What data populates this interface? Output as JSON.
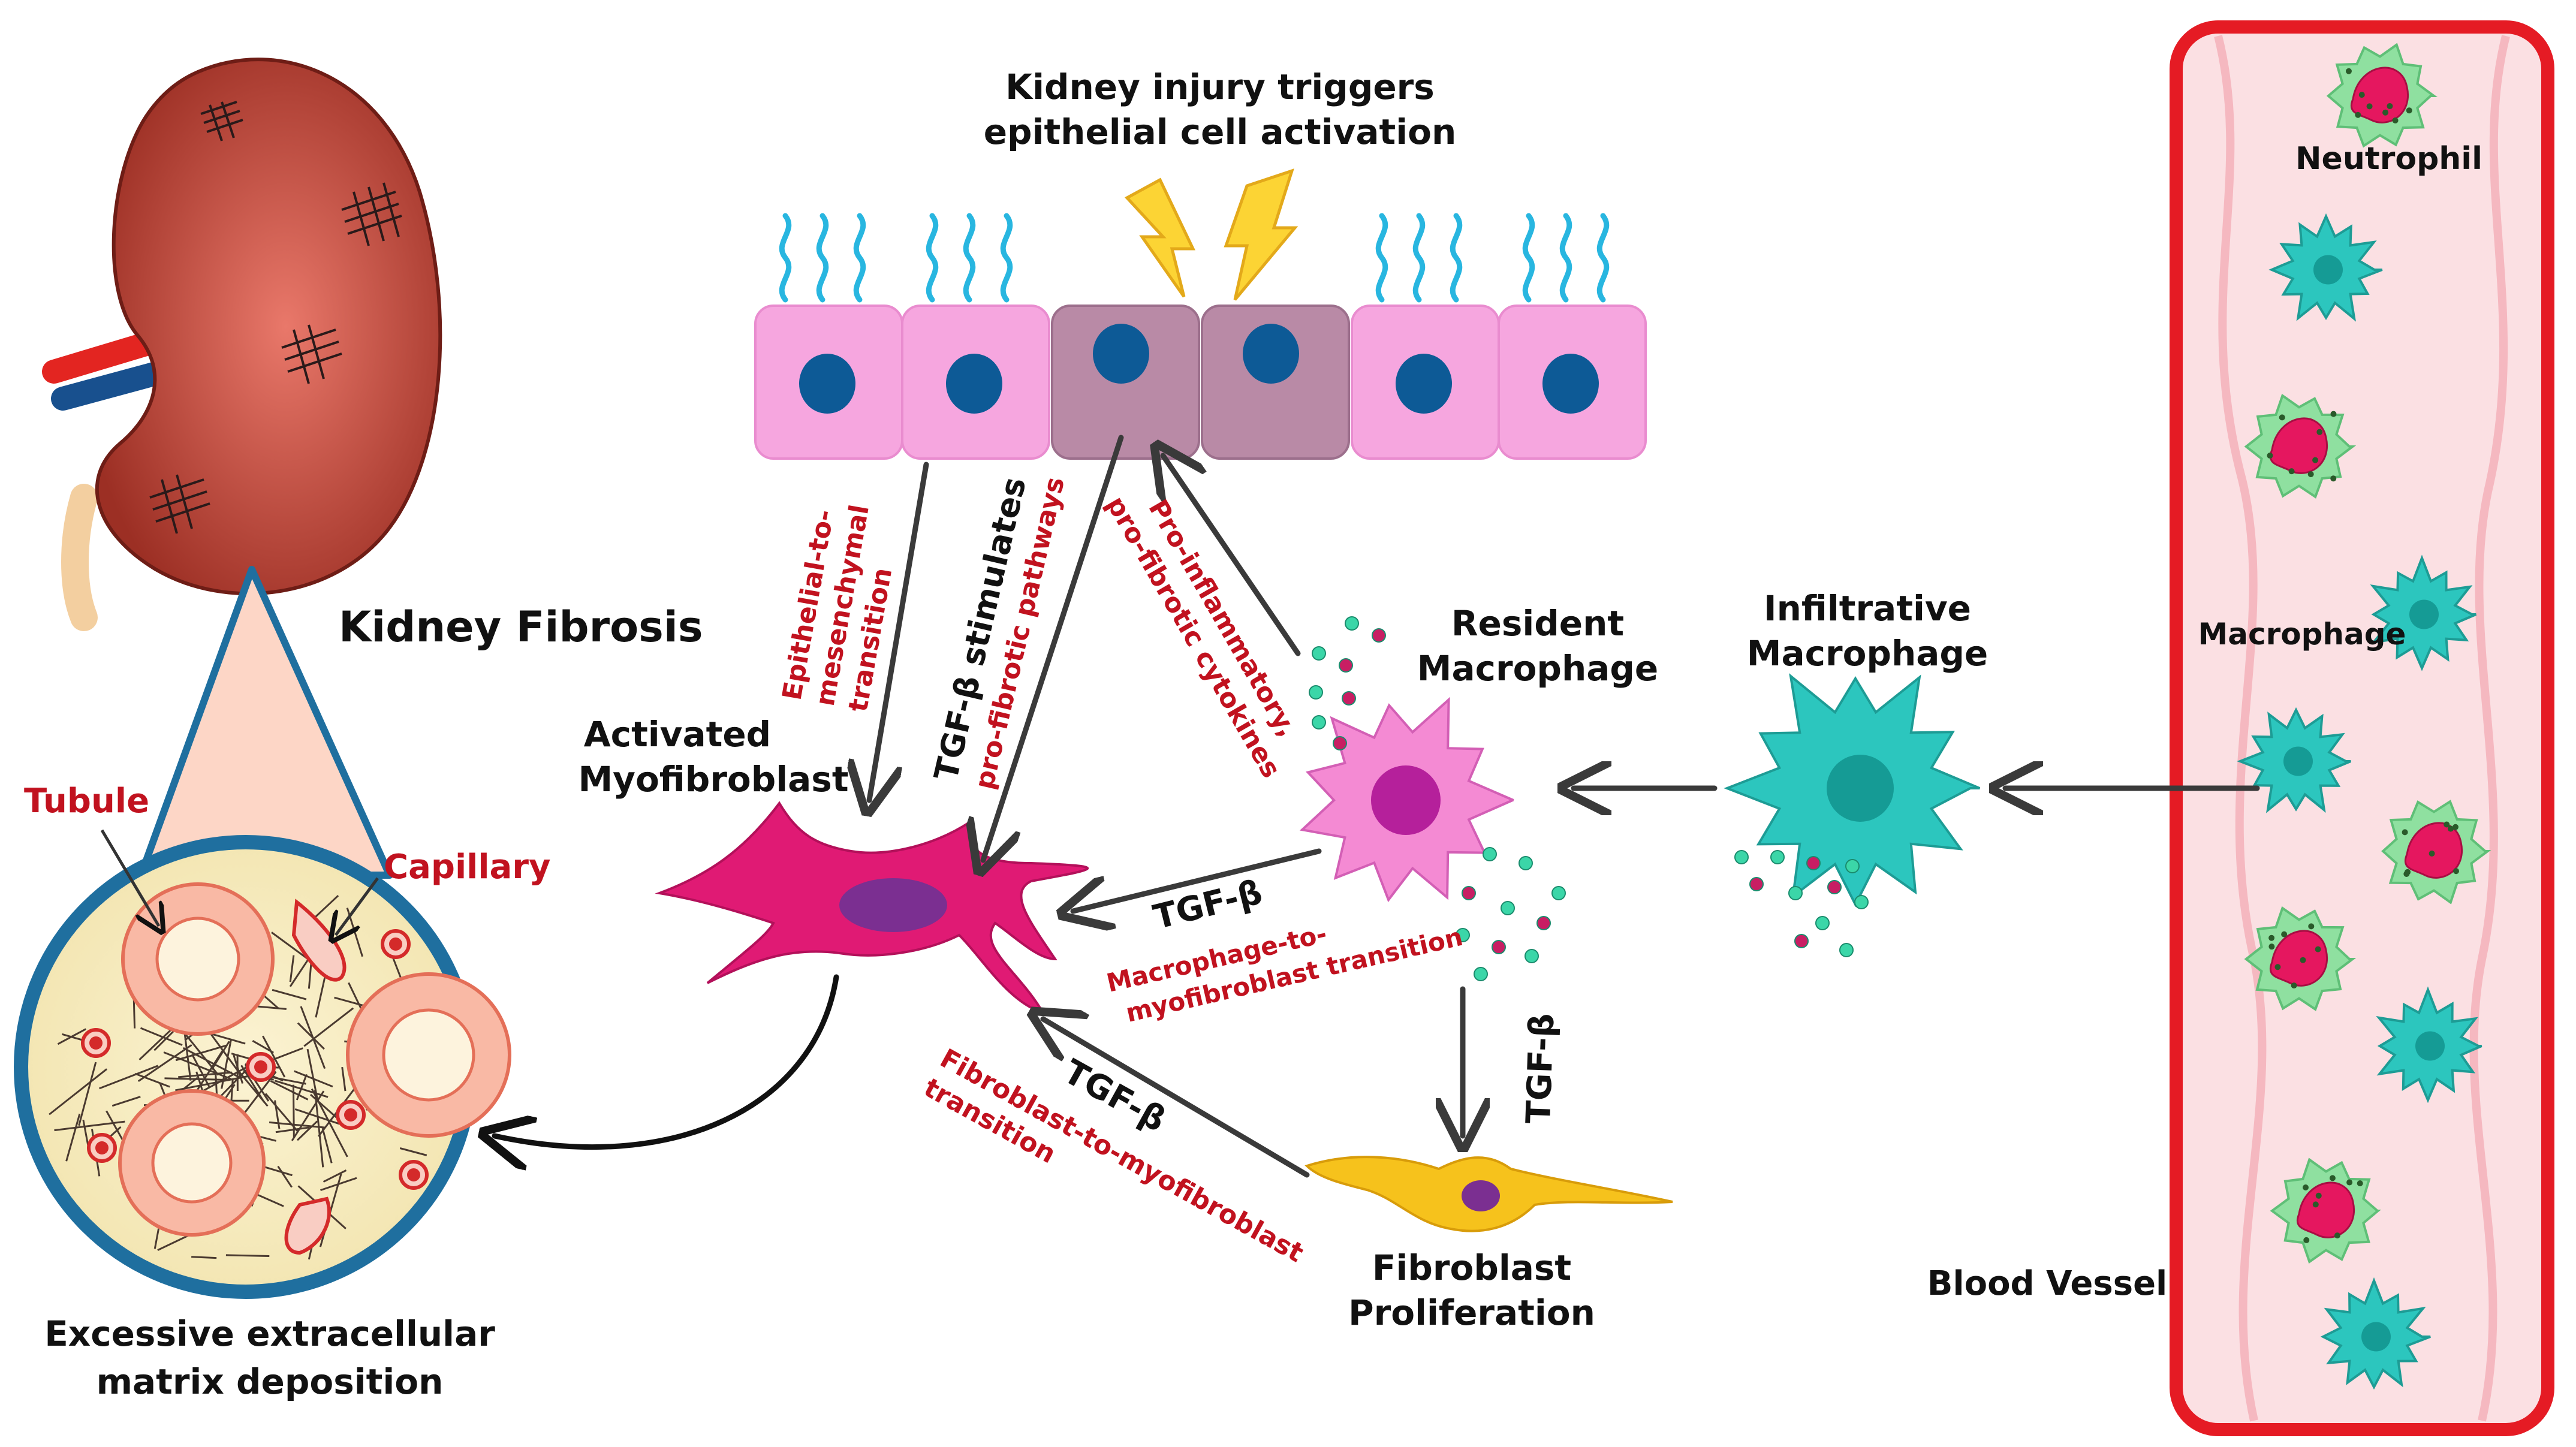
{
  "labels": {
    "kidney_fibrosis": "Kidney Fibrosis",
    "tubule": "Tubule",
    "capillary": "Capillary",
    "ecm_line1": "Excessive extracellular",
    "ecm_line2": "matrix deposition",
    "injury_line1": "Kidney injury triggers",
    "injury_line2": "epithelial cell activation",
    "activated_line1": "Activated",
    "activated_line2": "Myofibroblast",
    "resident_line1": "Resident",
    "resident_line2": "Macrophage",
    "infiltrative_line1": "Infiltrative",
    "infiltrative_line2": "Macrophage",
    "neutrophil": "Neutrophil",
    "macrophage": "Macrophage",
    "blood_vessel": "Blood Vessel",
    "fibroblast_line1": "Fibroblast",
    "fibroblast_line2": "Proliferation"
  },
  "annotations": {
    "emt_line1": "Epithelial-to-",
    "emt_line2": "mesenchymal",
    "emt_line3": "transition",
    "tgf_stim_line1": "TGF-β stimulates",
    "tgf_stim_line2": "pro-fibrotic pathways",
    "cytokine_line1": "Pro-inflammatory,",
    "cytokine_line2": "pro-fibrotic cytokines",
    "tgf_mmt": "TGF-β",
    "mmt_line1": "Macrophage-to-",
    "mmt_line2": "myofibroblast transition",
    "tgf_down": "TGF-β",
    "tgf_fmt": "TGF-β",
    "fmt_line1": "Fibroblast-to-myofibroblast",
    "fmt_line2": "transition"
  },
  "colors": {
    "kidney": "#9c2f24",
    "epithelial": "#f6a6df",
    "epithelial_activated": "#b98aa6",
    "nucleus": "#0d5a96",
    "myofibroblast": "#e01a74",
    "macrophage_resident": "#f48ad3",
    "macrophage_infiltrative": "#2cc6be",
    "fibroblast": "#f6c21c",
    "vessel_border": "#e51b24",
    "vessel_fill": "#fbe0e3",
    "annotation_red": "#c1121f"
  }
}
